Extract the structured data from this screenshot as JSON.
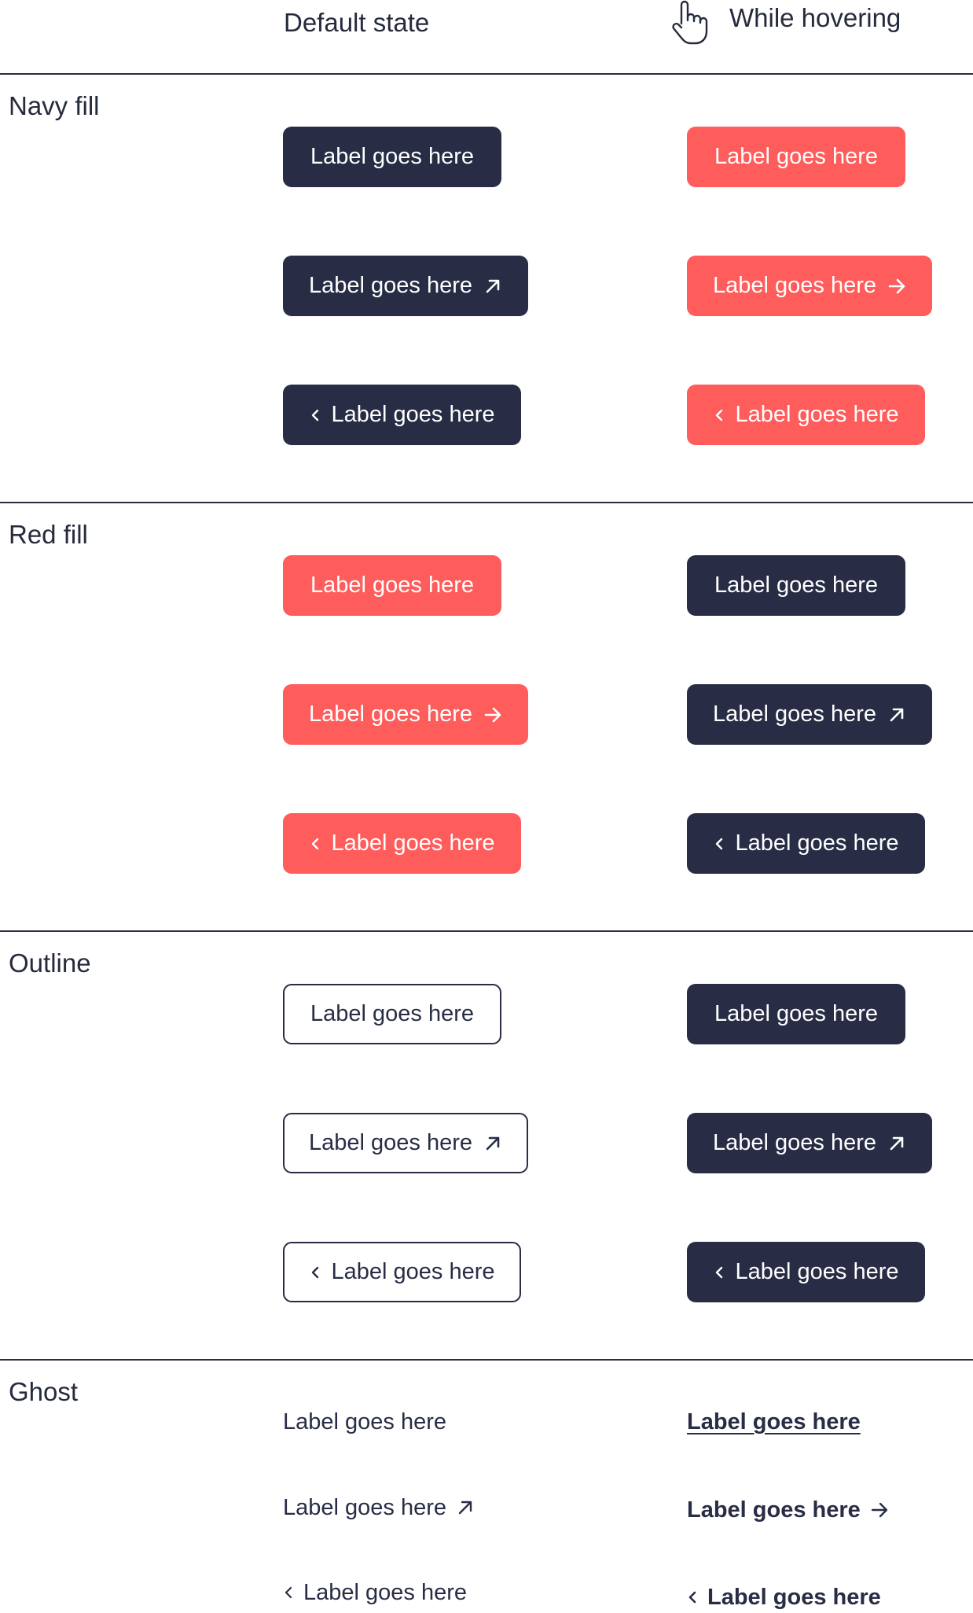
{
  "header": {
    "default_label": "Default state",
    "hover_label": "While hovering"
  },
  "sections": {
    "navy": {
      "title": "Navy fill"
    },
    "red": {
      "title": "Red fill"
    },
    "outline": {
      "title": "Outline"
    },
    "ghost": {
      "title": "Ghost"
    }
  },
  "button_label": "Label goes here",
  "colors": {
    "navy": "#282d45",
    "red": "#ff5c5c",
    "white": "#ffffff",
    "rule": "#2a2e3e"
  },
  "icons": {
    "external": "arrow-up-right-icon",
    "forward": "arrow-right-icon",
    "back": "chevron-left-icon",
    "hover": "pointer-hand-icon"
  }
}
